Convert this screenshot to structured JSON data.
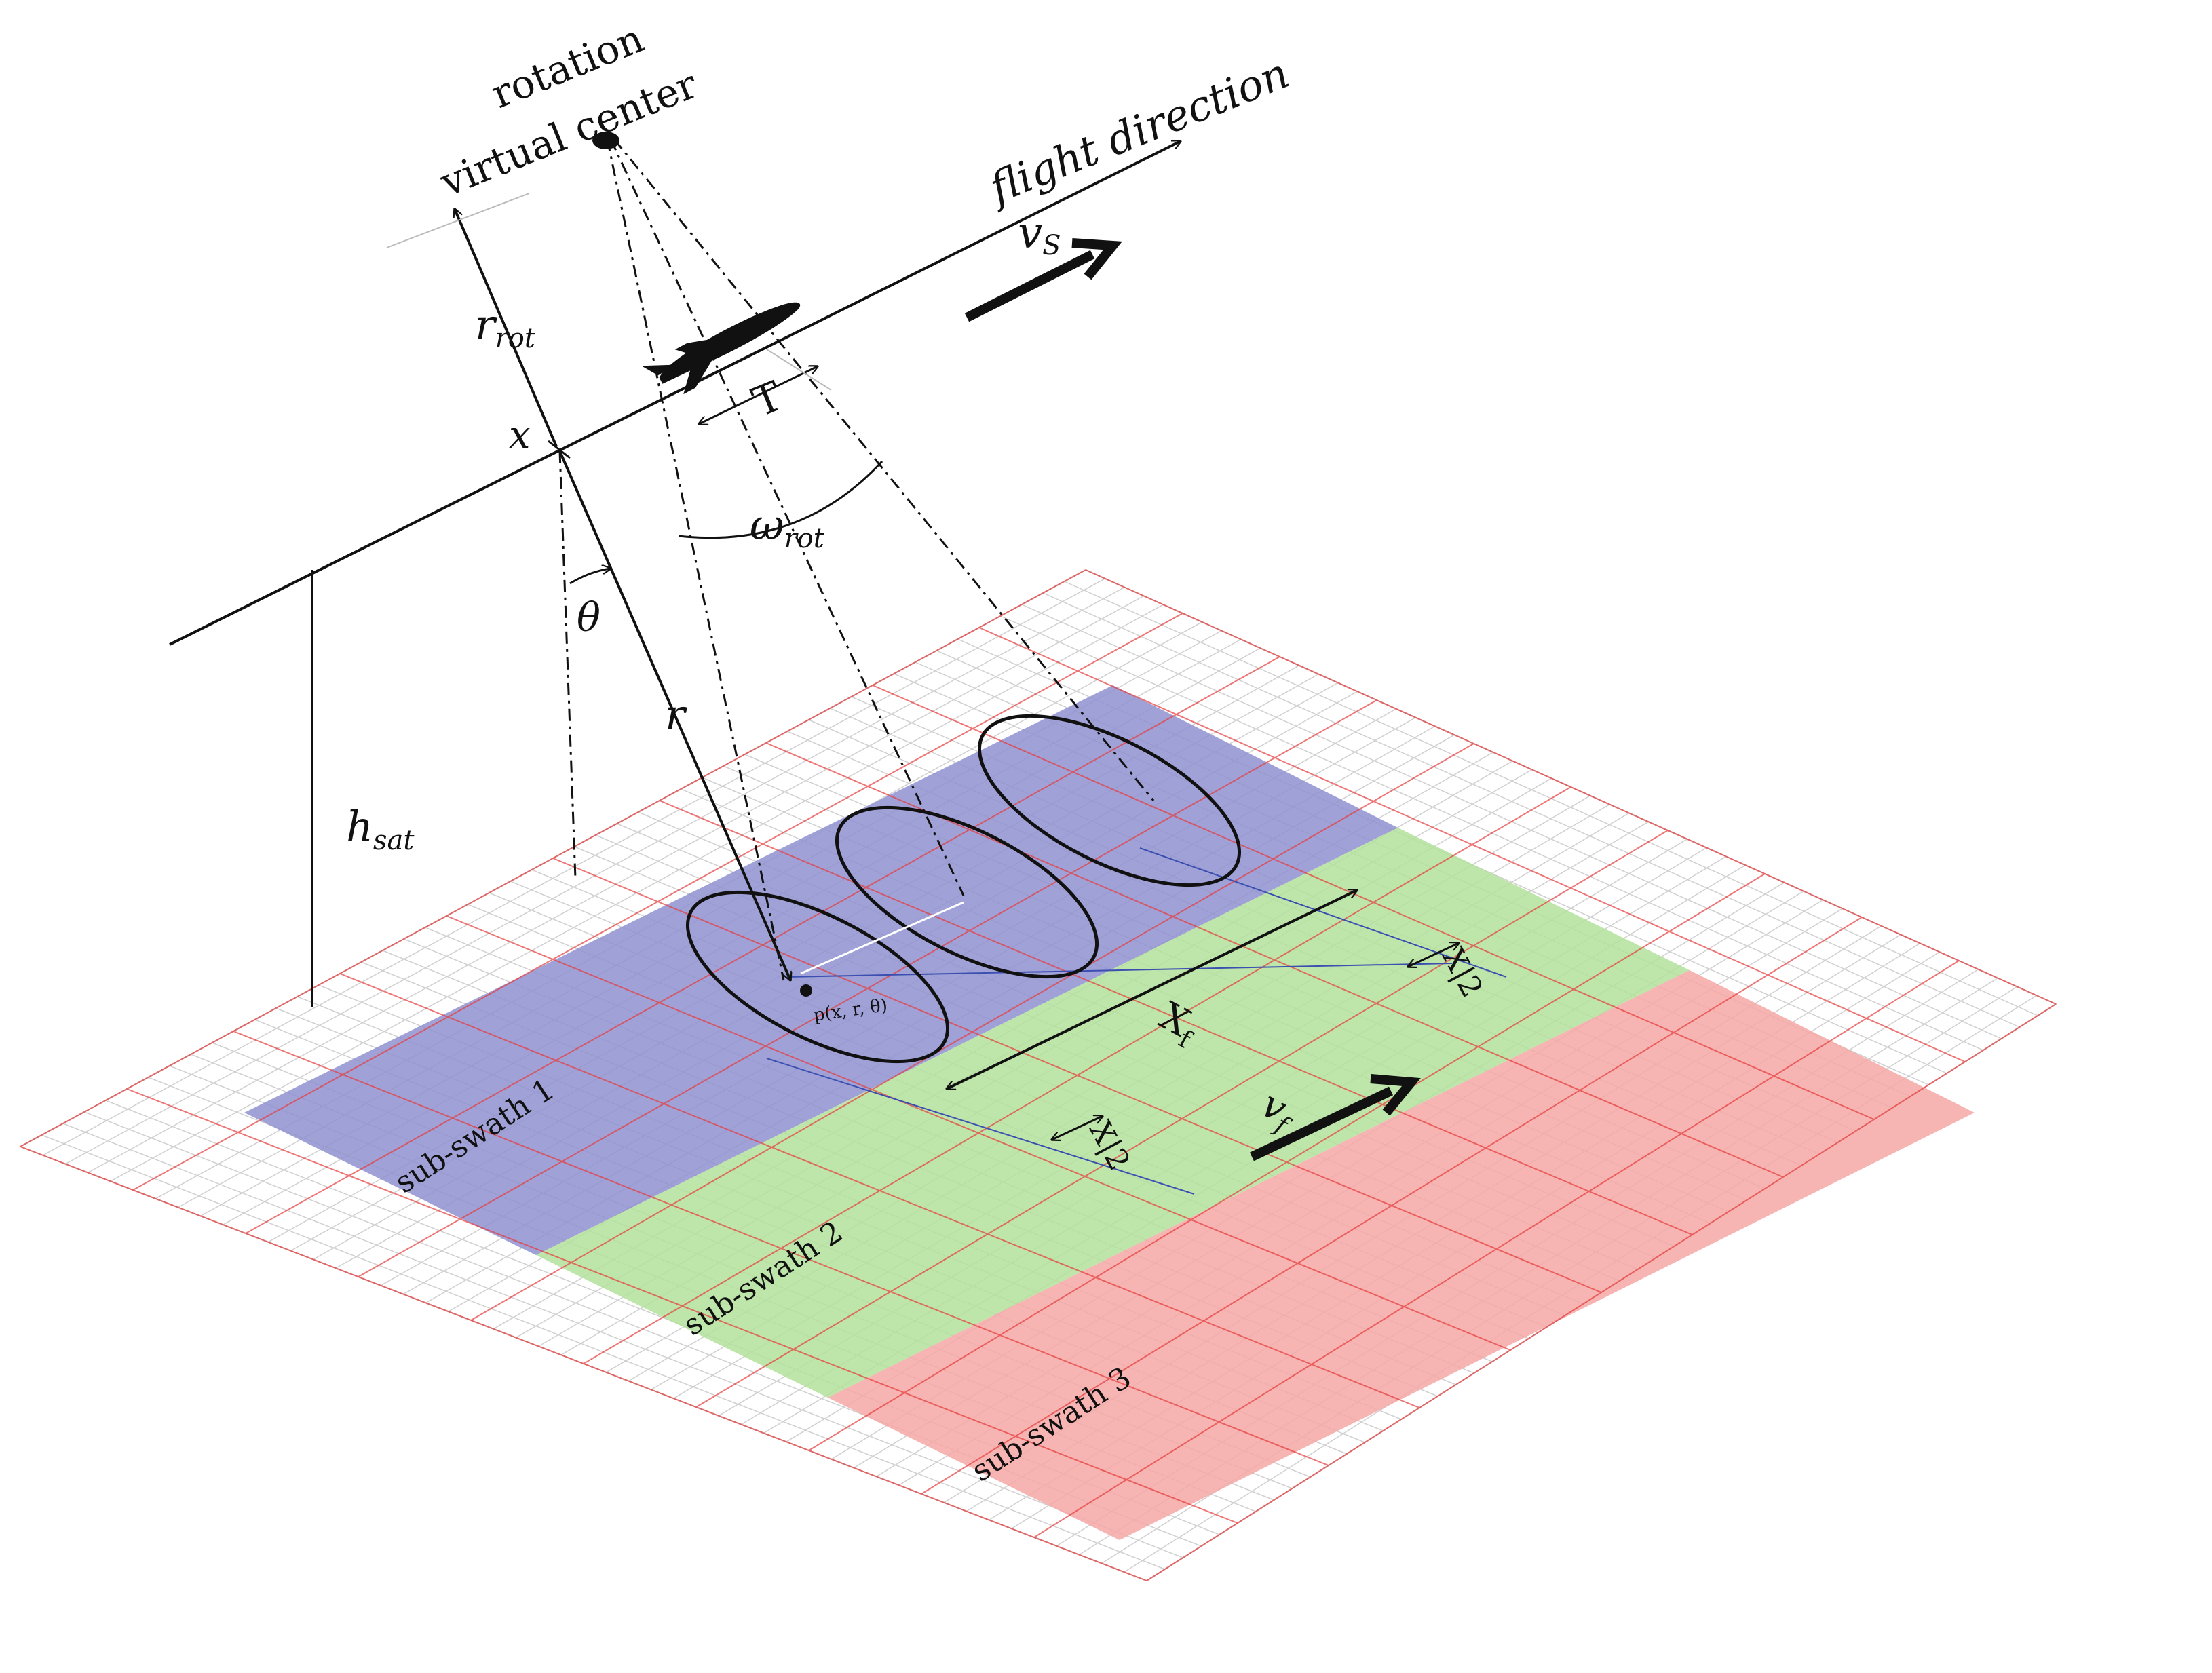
{
  "labels": {
    "rotation": "rotation",
    "virtual_center": "virtual center",
    "flight_direction": "flight direction",
    "vs": "v",
    "vs_sub": "S",
    "r_rot": "r",
    "r_rot_sub": "rot",
    "x": "x",
    "T": "T",
    "omega": "ω",
    "omega_sub": "rot",
    "theta": "θ",
    "r": "r",
    "h_sat": "h",
    "h_sat_sub": "sat",
    "point": "p(x, r, θ)",
    "Xf": "X",
    "Xf_sub": "f",
    "vf": "v",
    "vf_sub": "f",
    "x_half_top": "X|2",
    "x_half_bottom": "X|2",
    "subswath_1": "sub-swath 1",
    "subswath_2": "sub-swath 2",
    "subswath_3": "sub-swath 3"
  },
  "colors": {
    "subswath_1": "#8f90d0",
    "subswath_2": "#b3e09b",
    "subswath_3": "#f4a7a4",
    "grid": "#d0d0d0",
    "grid_major": "#e63b3b",
    "ink": "#111111"
  },
  "icons": {
    "satellite": "space-shuttle-icon"
  }
}
